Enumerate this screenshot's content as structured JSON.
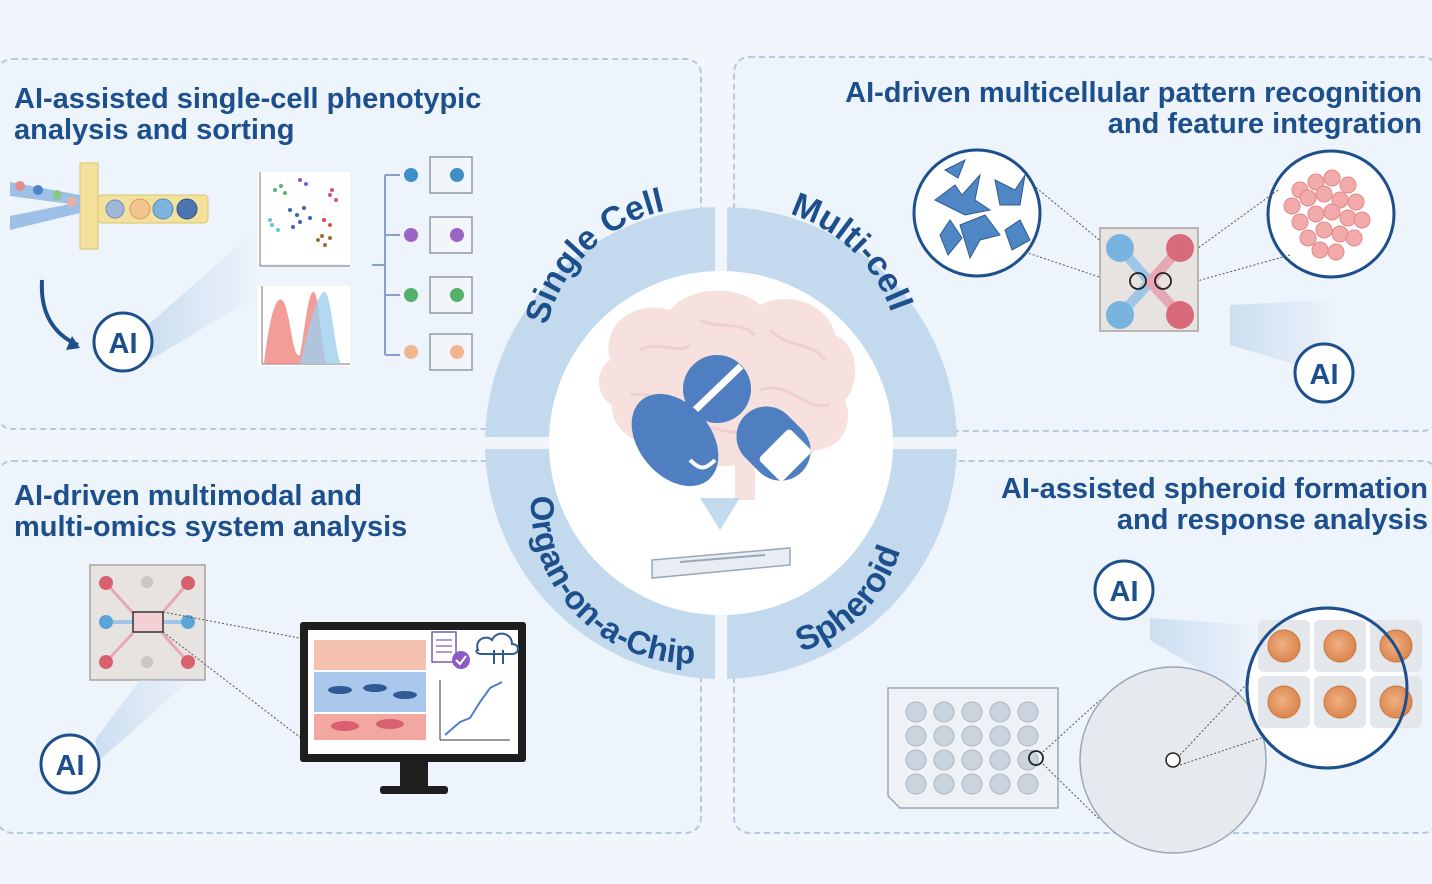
{
  "quadrants": {
    "top_left": {
      "title_line1": "AI-assisted single-cell phenotypic",
      "title_line2": "analysis and sorting"
    },
    "top_right": {
      "title_line1": "AI-driven multicellular pattern recognition",
      "title_line2": "and feature integration"
    },
    "bottom_left": {
      "title_line1": "AI-driven multimodal and",
      "title_line2": "multi-omics system analysis"
    },
    "bottom_right": {
      "title_line1": "AI-assisted spheroid formation",
      "title_line2": "and response analysis"
    }
  },
  "ring": {
    "single_cell": "Single Cell",
    "multi_cell": "Multi-cell",
    "organ_on_chip": "Organ-on-a-Chip",
    "spheroid": "Spheroid"
  },
  "ai_label": "AI",
  "colors": {
    "title": "#1d4f8c",
    "ring": "#c3d9ee",
    "pill": "#4f7fc0",
    "cell_red": "#f08c86",
    "cell_blue": "#5b9bd5",
    "spheroid": "#e89a5c"
  }
}
